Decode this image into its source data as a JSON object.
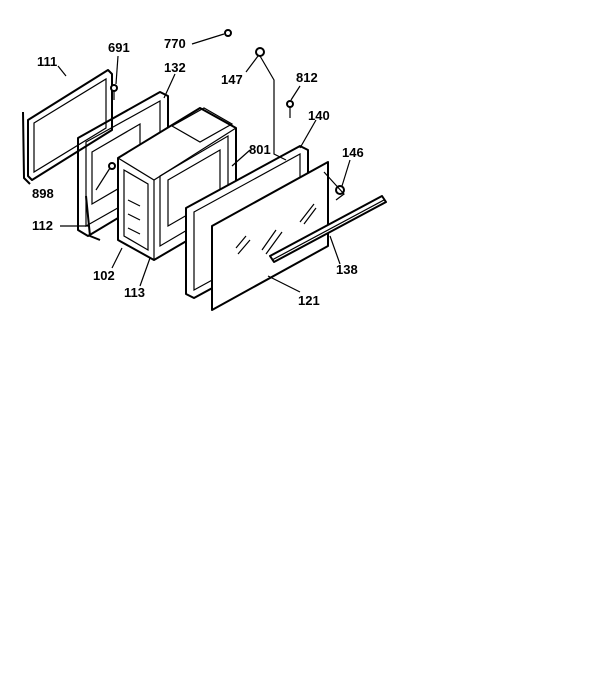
{
  "diagram": {
    "part_numbers": [
      "111",
      "691",
      "132",
      "770",
      "147",
      "812",
      "140",
      "801",
      "146",
      "898",
      "112",
      "102",
      "113",
      "121",
      "138"
    ]
  }
}
